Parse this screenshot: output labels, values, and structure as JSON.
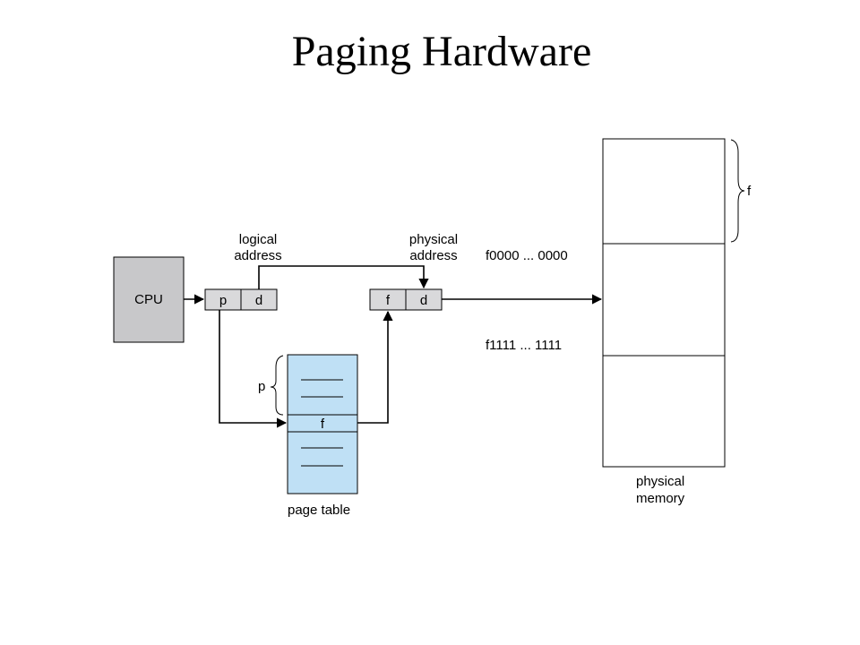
{
  "slide": {
    "title": "Paging Hardware"
  },
  "diagram": {
    "cpu_label": "CPU",
    "logical_address": {
      "line1": "logical",
      "line2": "address",
      "p": "p",
      "d": "d"
    },
    "physical_address": {
      "line1": "physical",
      "line2": "address",
      "f": "f",
      "d": "d"
    },
    "page_table": {
      "label": "page table",
      "entry": "f",
      "index_label": "p"
    },
    "physical_memory": {
      "line1": "physical",
      "line2": "memory",
      "frame_label": "f",
      "start_address": "f0000 ... 0000",
      "end_address": "f1111 ... 1111"
    }
  },
  "colors": {
    "cpu_fill": "#c8c8ca",
    "register_fill": "#d9d9db",
    "page_table_fill": "#bfe0f5",
    "memory_fill": "#ffffff"
  }
}
